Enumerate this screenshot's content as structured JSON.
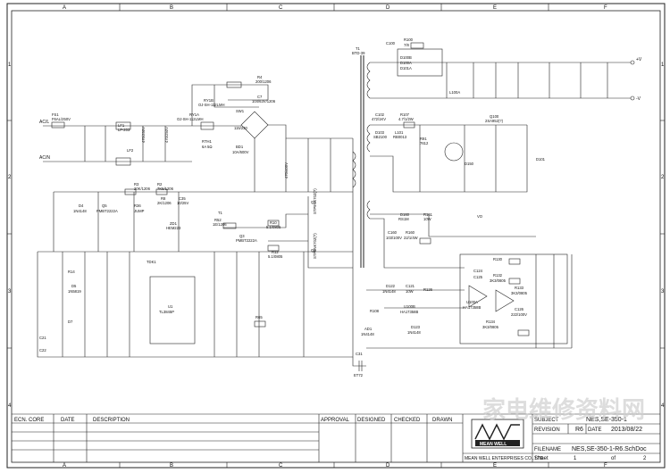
{
  "frame": {
    "columns_top": [
      "A",
      "B",
      "C",
      "D",
      "E",
      "F"
    ],
    "columns_bottom": [
      "A",
      "B",
      "C",
      "D",
      "E",
      "F"
    ],
    "rows_left": [
      "1",
      "2",
      "3",
      "4"
    ],
    "rows_right": [
      "1",
      "2",
      "3",
      "4"
    ]
  },
  "labels": {
    "acl": "AC/L",
    "acn": "AC/N",
    "fs1": "FS1",
    "fs1_val": "F6AL/250V",
    "lf1": "LF1",
    "lf1_val": "LF-203",
    "lf2": "LF2",
    "ry1b": "RY1B",
    "ry1b_val": "OJ-SH-112LMH",
    "ry1a": "RY1A",
    "ry1a_val": "OJ-SH-112LMH",
    "sw1": "SW1",
    "sw1_val": "115/230",
    "rth1": "RTH1",
    "rth1_val": "6A 5Ω",
    "bd1": "BD1",
    "bd1_val": "10A/600V",
    "r4": "R4",
    "r4_val": "200/1206",
    "c7": "C7",
    "c7_val": "104/63V/1206",
    "c2_val": "470/250V",
    "c3_val": "470/250V",
    "r3": "R3",
    "r3_val": "20K/1206",
    "r2": "R2",
    "r2_val": "7K5/1206",
    "t1": "T1",
    "t1_val": "BTD-39",
    "t1b": "T1",
    "c100": "C100",
    "r100": "R100",
    "r100_val": "7/8",
    "d100a": "D100A",
    "d100b": "D100B",
    "d101a": "D101A",
    "l100a": "L100A",
    "c102": "C102",
    "c102_val": "472/1KV",
    "r107": "R107",
    "r107_val": "4.7/1/2W",
    "d103": "D103",
    "d103_val": "SB2100",
    "l101": "L101",
    "l101_val": "RB0013",
    "r91": "R91",
    "r91_val": "7612",
    "q100": "Q100",
    "q100_val": "2SA952(?)",
    "d150": "D150",
    "d101": "D101",
    "d160": "D160",
    "d160_val": "RS1M",
    "r161": "R161",
    "r161_val": "10W",
    "c160": "C160",
    "c160_val": "103/100V",
    "r160": "R160",
    "r160_val": "22/1/4W",
    "d4": "D4",
    "d4_val": "1N4148",
    "q5": "Q5",
    "q5_val": "PMBT2222A",
    "r36": "R36",
    "r36_val": "JUMP",
    "r8": "R8",
    "r8_val": "2K/1206",
    "c35": "C35",
    "c35_val": "10/25V",
    "zd1": "ZD1",
    "zd1_val": "HEM223",
    "r52": "R52",
    "r52_val": "1E/1206",
    "r10": "R10",
    "r10_val": "5.1/0805",
    "q3": "Q3",
    "q3_val": "PMBT2222A",
    "r12": "R12",
    "r12_val": "5.1/0805",
    "q1": "Q1",
    "q1_val": "STP9NK70Z(?)",
    "q2": "Q2",
    "q2_val": "STP9NK70Z(?)",
    "tdk1": "TDK1",
    "u1": "U1",
    "u1_val": "TL3845P",
    "d5": "D5",
    "d5_val": "1N5819",
    "r14": "R14",
    "d7": "D7",
    "r65": "R65",
    "c21": "C21",
    "c22": "C22",
    "d122": "D122",
    "d122_val": "1N4148",
    "c121": "C121",
    "c121_val": "10W",
    "r126": "R126",
    "u100b": "U100B",
    "u100b_val": "HA17358B",
    "d123": "D123",
    "d123_val": "1N4148",
    "u100a": "U100A",
    "u100a_val": "HA17358B",
    "r130": "R130",
    "r132": "R132",
    "r132_val": "3K3/0805",
    "r133": "R133",
    "r133_val": "3K3/0805",
    "c126": "C126",
    "c126_val": "222/100V",
    "r134": "R134",
    "r134_val": "3K3/0805",
    "c124": "C124",
    "c125": "C125",
    "r108": "R108",
    "ad1": "AD1",
    "ad1_val": "1N4148",
    "c31": "C31",
    "c31_val": "ET72",
    "c9_val": "470/400V",
    "vplus": "+V",
    "vminus": "-V",
    "vo": "VO"
  },
  "title_block": {
    "headers": {
      "ecn": "ECN. CORE",
      "date": "DATE",
      "description": "DESCRIPTION",
      "approval": "APPROVAL",
      "designed": "DESIGNED",
      "checked": "CHECKED",
      "drawn": "DRAWN"
    },
    "subject_label": "SUBJECT",
    "subject_value": "NES,SE-350-1",
    "revision_label": "REVISION",
    "revision_value": "R6",
    "date_label": "DATE",
    "date_value": "2013/08/22",
    "filename_label": "FILENAME",
    "filename_value": "NES,SE-350-1-R6.SchDoc",
    "sheet_label": "Sheet",
    "sheet_num": "1",
    "of_label": "of",
    "sheet_total": "2",
    "company": "MEAN WELL ENTERPRISES CO., LTD.",
    "logo_text": "MEAN WELL"
  },
  "colors": {
    "ink": "#222222",
    "paper": "#ffffff",
    "watermark": "#cfcfcf"
  },
  "watermark": "家电维修资料网"
}
